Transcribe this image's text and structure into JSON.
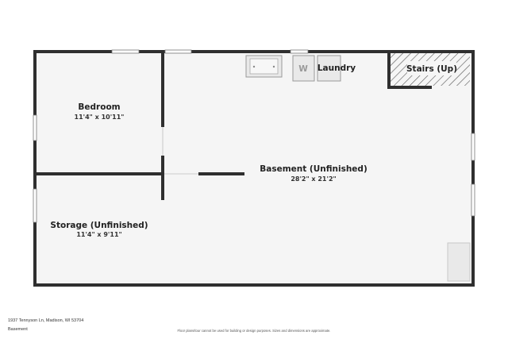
{
  "rooms": {
    "bedroom": {
      "name": "Bedroom",
      "dims": "11'4\" x 10'11\""
    },
    "storage": {
      "name": "Storage (Unfinished)",
      "dims": "11'4\" x 9'11\""
    },
    "basement": {
      "name": "Basement (Unfinished)",
      "dims": "28'2\" x 21'2\""
    },
    "laundry": {
      "name": "Laundry"
    },
    "stairs": {
      "name": "Stairs (Up)"
    }
  },
  "fixtures": {
    "washer_letter": "W"
  },
  "footer": {
    "address": "1937 Tennyson Ln, Madison, WI 53704",
    "level": "Basement",
    "disclaimer": "Floor plans/tour cannot be used for building or design purposes. Sizes and dimensions are approximate."
  }
}
